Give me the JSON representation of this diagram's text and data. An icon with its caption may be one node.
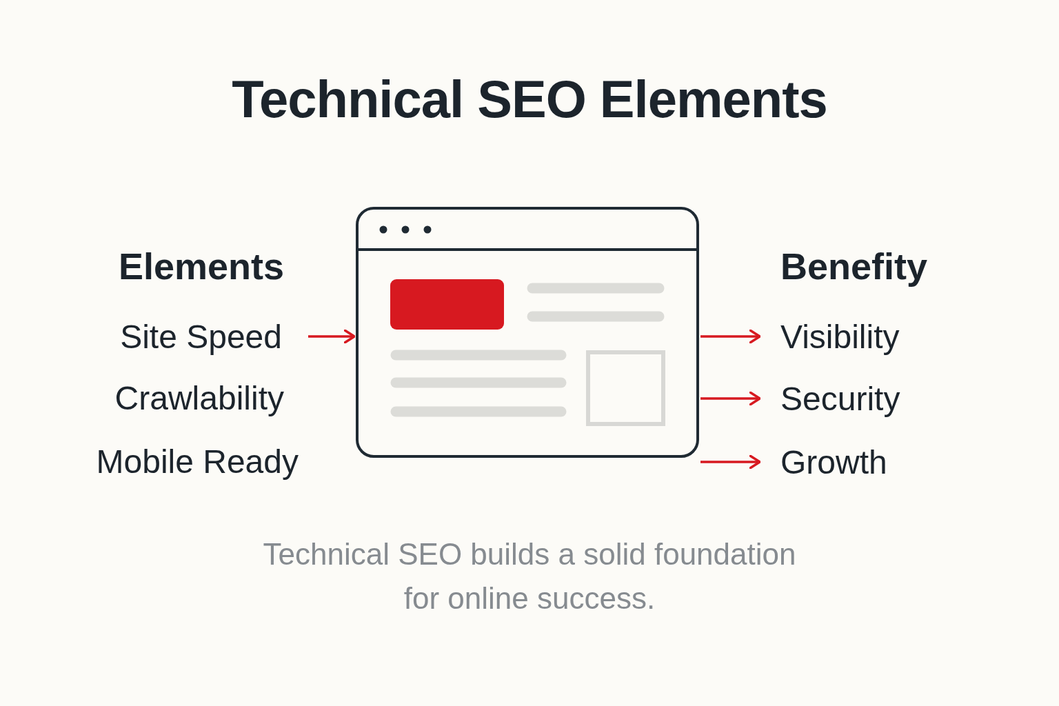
{
  "diagram": {
    "title": "Technical SEO Elements",
    "caption": "Technical SEO builds a solid foundation for online success.",
    "nodes": [
      {
        "text": [
          "Site Speed"
        ]
      },
      {
        "text": [],
        "shape": "picture"
      },
      {
        "text": [
          "Visibility"
        ]
      },
      {
        "text": [
          "Security"
        ]
      },
      {
        "text": [
          "Growth"
        ]
      }
    ],
    "edges": [
      {
        "from": 0,
        "to": 1,
        "arrow": "to"
      },
      {
        "from": 1,
        "to": 2,
        "arrow": "to"
      },
      {
        "from": 1,
        "to": 3,
        "arrow": "to"
      },
      {
        "from": 1,
        "to": 4,
        "arrow": "to"
      }
    ],
    "labels": [
      "Elements",
      "Benefity",
      "Crawlability",
      "Mobile Ready"
    ]
  }
}
